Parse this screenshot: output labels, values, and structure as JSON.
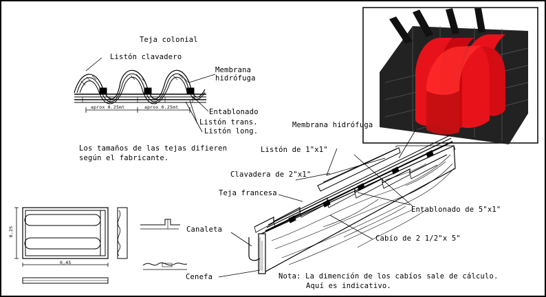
{
  "labels": {
    "teja_colonial": "Teja colonial",
    "liston_clavadero": "Listón clavadero",
    "membrana_hidrofuga_top_1": "Membrana",
    "membrana_hidrofuga_top_2": "hidrófuga",
    "aprox_1": "aprox 0.25mt",
    "aprox_2": "aprox 0.25mt",
    "entablonado": "Entablonado",
    "liston_trans": "Listón trans.",
    "liston_long": "Listón long.",
    "tamanos_1": "Los tamaños de las tejas difieren",
    "tamanos_2": "según el fabricante.",
    "membrana_hidrofuga_right": "Membrana hidrófuga",
    "liston_1x1": "Listón de 1\"x1\"",
    "clavadera": "Clavadera de 2\"x1\"",
    "teja_francesa": "Teja francesa",
    "entablonado_5x1": "Entablonado de 5\"x1\"",
    "canaleta": "Canaleta",
    "cabio": "Cabío de 2 1/2\"x 5\"",
    "cenefa": "Cenefa",
    "nota_1": "Nota: La dimención de los cabíos sale de cálculo.",
    "nota_2": "Aquí es indicativo.",
    "dim_025": "0.25",
    "dim_045": "0,45"
  },
  "colors": {
    "line": "#000000",
    "tile_red": "#e8121a",
    "tile_dark": "#222222",
    "background": "#ffffff"
  }
}
